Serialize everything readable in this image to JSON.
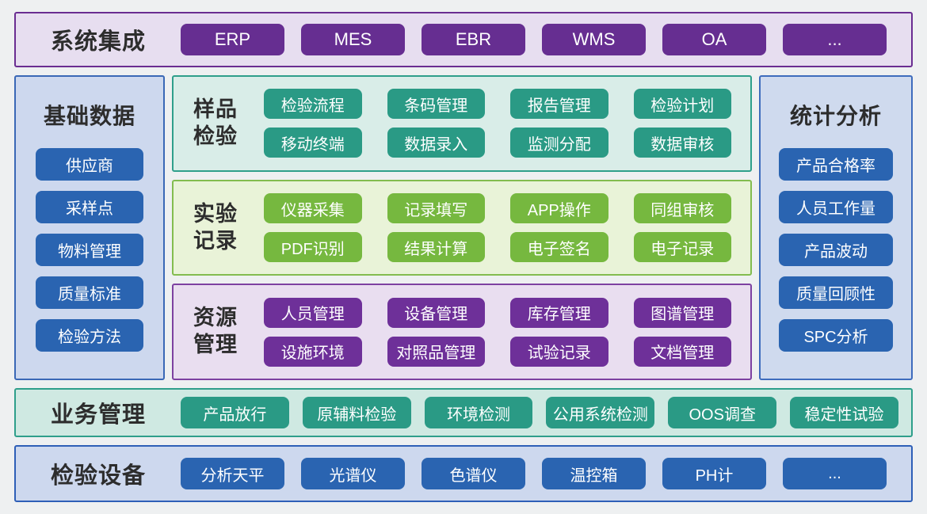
{
  "colors": {
    "page_bg": "#eef0f1",
    "title_text": "#2d2d2d",
    "button_text": "#ffffff",
    "purple_btn": "#662e91",
    "purple_panel_bg": "#e7def0",
    "purple_border": "#6a2d91",
    "resource_btn": "#6e3099",
    "resource_panel_bg": "#e9def0",
    "resource_border": "#7d41a1",
    "blue_btn": "#2a64b1",
    "blue_panel_bg": "#cdd8ee",
    "blue_border": "#3a68b6",
    "equip_border": "#2e5fb7",
    "stats_panel_bg": "#cfdaee",
    "stats_border": "#3e6cbd",
    "teal_btn": "#2a9a85",
    "teal_panel_bg": "#d9ede8",
    "business_panel_bg": "#cfe9e2",
    "teal_border": "#2f9f8b",
    "green_btn": "#76b83f",
    "green_panel_bg": "#e9f3d8",
    "green_border": "#83bc4f"
  },
  "sections": {
    "system_integration": {
      "title": "系统集成",
      "items": [
        "ERP",
        "MES",
        "EBR",
        "WMS",
        "OA",
        "..."
      ]
    },
    "basic_data": {
      "title": "基础数据",
      "items": [
        "供应商",
        "采样点",
        "物料管理",
        "质量标准",
        "检验方法"
      ]
    },
    "sample_inspection": {
      "title_line1": "样品",
      "title_line2": "检验",
      "items": [
        "检验流程",
        "条码管理",
        "报告管理",
        "检验计划",
        "移动终端",
        "数据录入",
        "监测分配",
        "数据审核"
      ]
    },
    "experiment_record": {
      "title_line1": "实验",
      "title_line2": "记录",
      "items": [
        "仪器采集",
        "记录填写",
        "APP操作",
        "同组审核",
        "PDF识别",
        "结果计算",
        "电子签名",
        "电子记录"
      ]
    },
    "resource_management": {
      "title_line1": "资源",
      "title_line2": "管理",
      "items": [
        "人员管理",
        "设备管理",
        "库存管理",
        "图谱管理",
        "设施环境",
        "对照品管理",
        "试验记录",
        "文档管理"
      ]
    },
    "statistics": {
      "title": "统计分析",
      "items": [
        "产品合格率",
        "人员工作量",
        "产品波动",
        "质量回顾性",
        "SPC分析"
      ]
    },
    "business_management": {
      "title": "业务管理",
      "items": [
        "产品放行",
        "原辅料检验",
        "环境检测",
        "公用系统检测",
        "OOS调查",
        "稳定性试验"
      ]
    },
    "inspection_equipment": {
      "title": "检验设备",
      "items": [
        "分析天平",
        "光谱仪",
        "色谱仪",
        "温控箱",
        "PH计",
        "..."
      ]
    }
  }
}
